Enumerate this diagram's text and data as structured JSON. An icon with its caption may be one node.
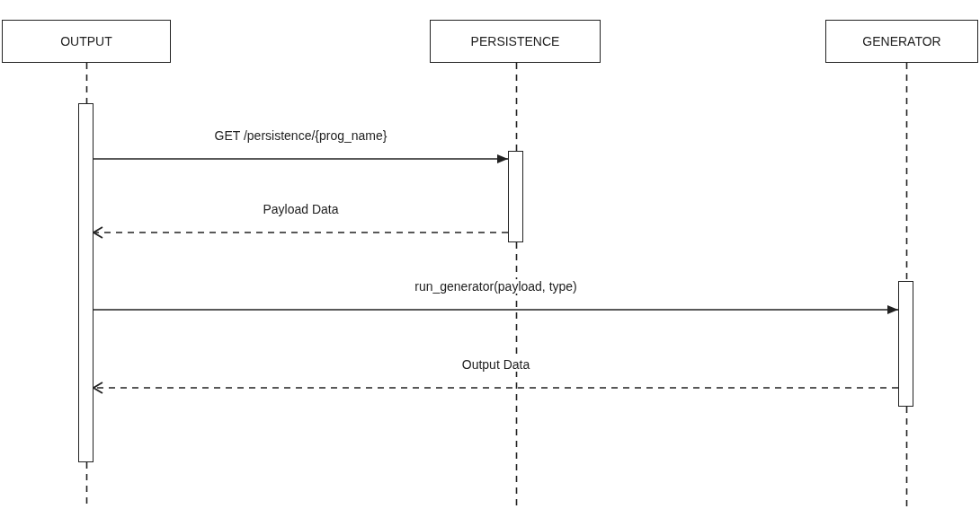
{
  "diagram": {
    "nodes": [
      {
        "text": [
          "OUTPUT"
        ]
      },
      {
        "text": [
          "PERSISTENCE"
        ]
      },
      {
        "text": [
          "GENERATOR"
        ]
      },
      {
        "text": [],
        "shape": "bar"
      },
      {
        "text": [],
        "shape": "bar"
      },
      {
        "text": [],
        "shape": "bar"
      }
    ],
    "edges": [
      {
        "from": 0,
        "to": 3,
        "arrow": "none",
        "style": "dashed"
      },
      {
        "from": 1,
        "to": 4,
        "arrow": "none",
        "style": "dashed"
      },
      {
        "from": 2,
        "to": 5,
        "arrow": "none",
        "style": "dashed"
      },
      {
        "from": 3,
        "to": 4,
        "arrow": "to",
        "label": "GET /persistence/{prog_name}"
      },
      {
        "from": 4,
        "to": 3,
        "arrow": "to",
        "style": "dashed",
        "label": "Payload Data"
      },
      {
        "from": 3,
        "to": 5,
        "arrow": "to",
        "label": "run_generator(payload, type)"
      },
      {
        "from": 5,
        "to": 3,
        "arrow": "to",
        "style": "dashed",
        "label": "Output Data"
      }
    ]
  }
}
